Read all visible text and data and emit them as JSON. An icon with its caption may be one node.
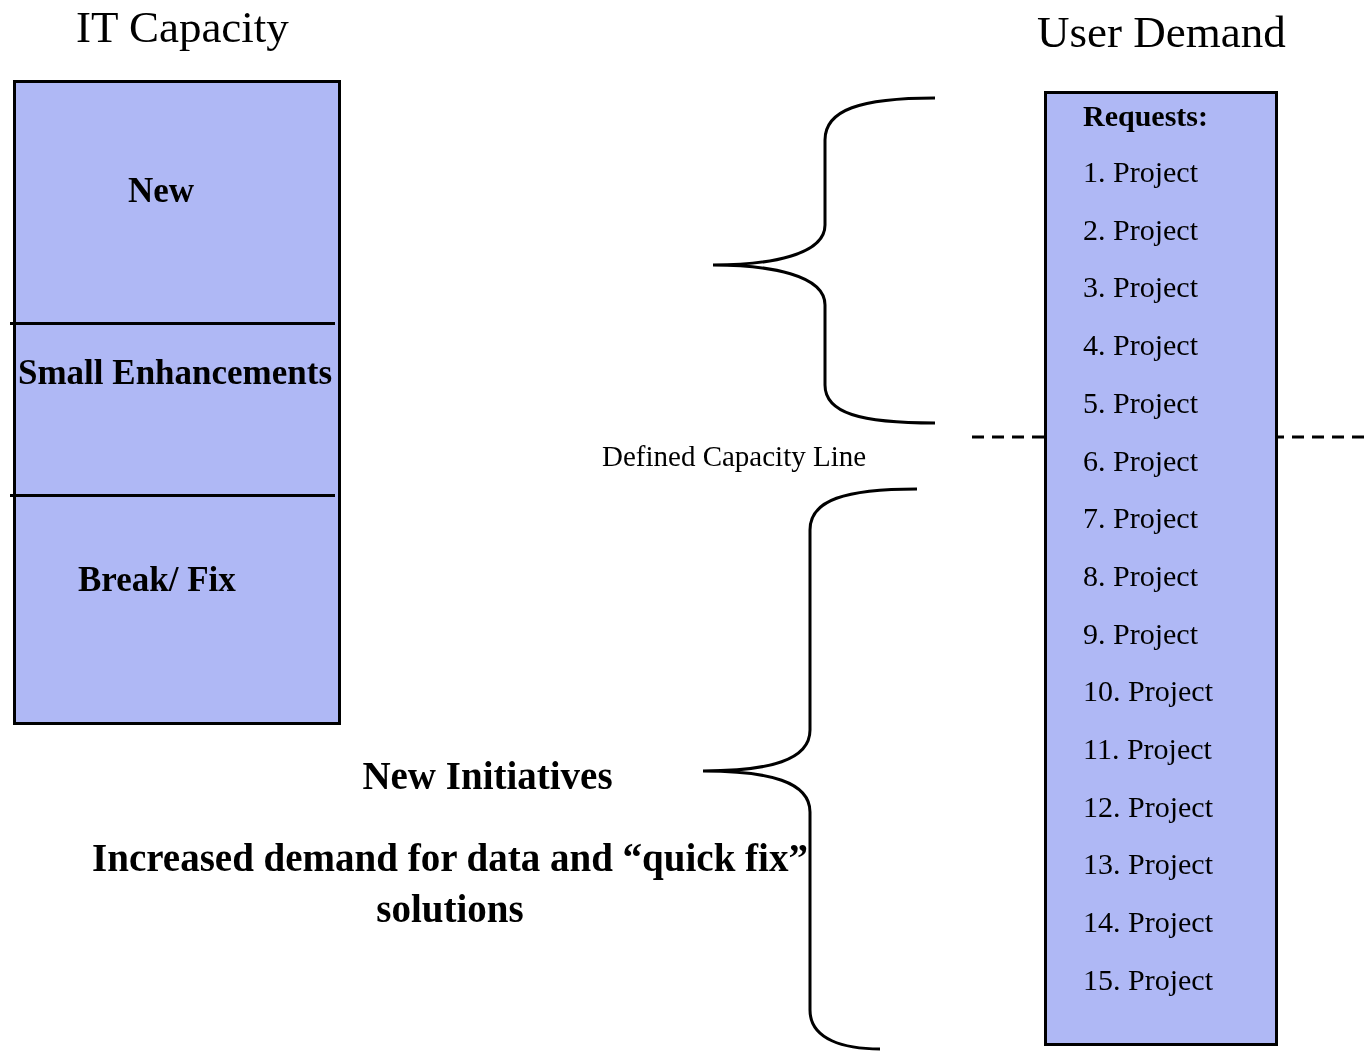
{
  "diagram": {
    "nodes": [
      {
        "text": [
          "IT Capacity"
        ]
      },
      {
        "text": [
          "New"
        ],
        "in": 0
      },
      {
        "text": [
          "Small Enhancements"
        ],
        "in": 0
      },
      {
        "text": [
          "Break/ Fix"
        ],
        "in": 0
      },
      {
        "text": [
          "User Demand",
          "Requests:",
          "1. Project",
          "2. Project",
          "3. Project",
          "4. Project",
          "5. Project",
          "6. Project",
          "7. Project",
          "8. Project",
          "9. Project",
          "10. Project",
          "11. Project",
          "12. Project",
          "13. Project",
          "14. Project",
          "15. Project"
        ]
      }
    ],
    "edges": [],
    "labels": [
      "Defined Capacity Line",
      "New Initiatives",
      "Increased demand for data and “quick fix” solutions"
    ]
  }
}
